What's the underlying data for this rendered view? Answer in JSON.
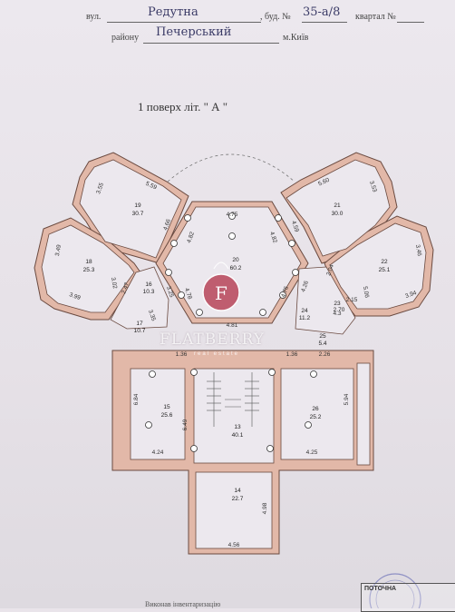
{
  "header": {
    "street_label": "вул.",
    "street": "Редутна",
    "building_label": ", буд. №",
    "building": "35-а/8",
    "quarter_label": "квартал №",
    "district_label": "району",
    "district": "Печерський",
    "city": "м.Київ"
  },
  "title": "1 поверх літ. \" А \"",
  "rooms": [
    {
      "num": "19",
      "area": "30.7"
    },
    {
      "num": "20",
      "area": "60.2"
    },
    {
      "num": "21",
      "area": "30.0"
    },
    {
      "num": "18",
      "area": "25.3"
    },
    {
      "num": "22",
      "area": "25.1"
    },
    {
      "num": "16",
      "area": "10.3"
    },
    {
      "num": "17",
      "area": "10.7"
    },
    {
      "num": "23",
      "area": "2.70"
    },
    {
      "num": "24",
      "area": "11.2"
    },
    {
      "num": "25",
      "area": "5.4"
    },
    {
      "num": "15",
      "area": "25.6"
    },
    {
      "num": "26",
      "area": "25.2"
    },
    {
      "num": "13",
      "area": "40.1"
    },
    {
      "num": "14",
      "area": "22.7"
    }
  ],
  "dimensions": [
    "3.55",
    "5.59",
    "4.75",
    "5.60",
    "3.53",
    "4.66",
    "4.82",
    "4.82",
    "4.59",
    "3.49",
    "3.46",
    "3.02",
    "3.99",
    "2.47",
    "3.25",
    "3.35",
    "4.78",
    "4.76",
    "4.26",
    "2.04",
    "2.15",
    "3.94",
    "5.06",
    "4.81",
    "1.36",
    "1.36",
    "2.26",
    "4.3",
    "6.84",
    "6.49",
    "5.94",
    "4.24",
    "4.25",
    "4.98",
    "4.56"
  ],
  "watermark": {
    "brand": "FLATBERRY",
    "monogram": "F",
    "tagline": "real estate"
  },
  "stamp": {
    "label": "ПОТОЧНА"
  },
  "footer_text": "Виконав інвентаризацію"
}
